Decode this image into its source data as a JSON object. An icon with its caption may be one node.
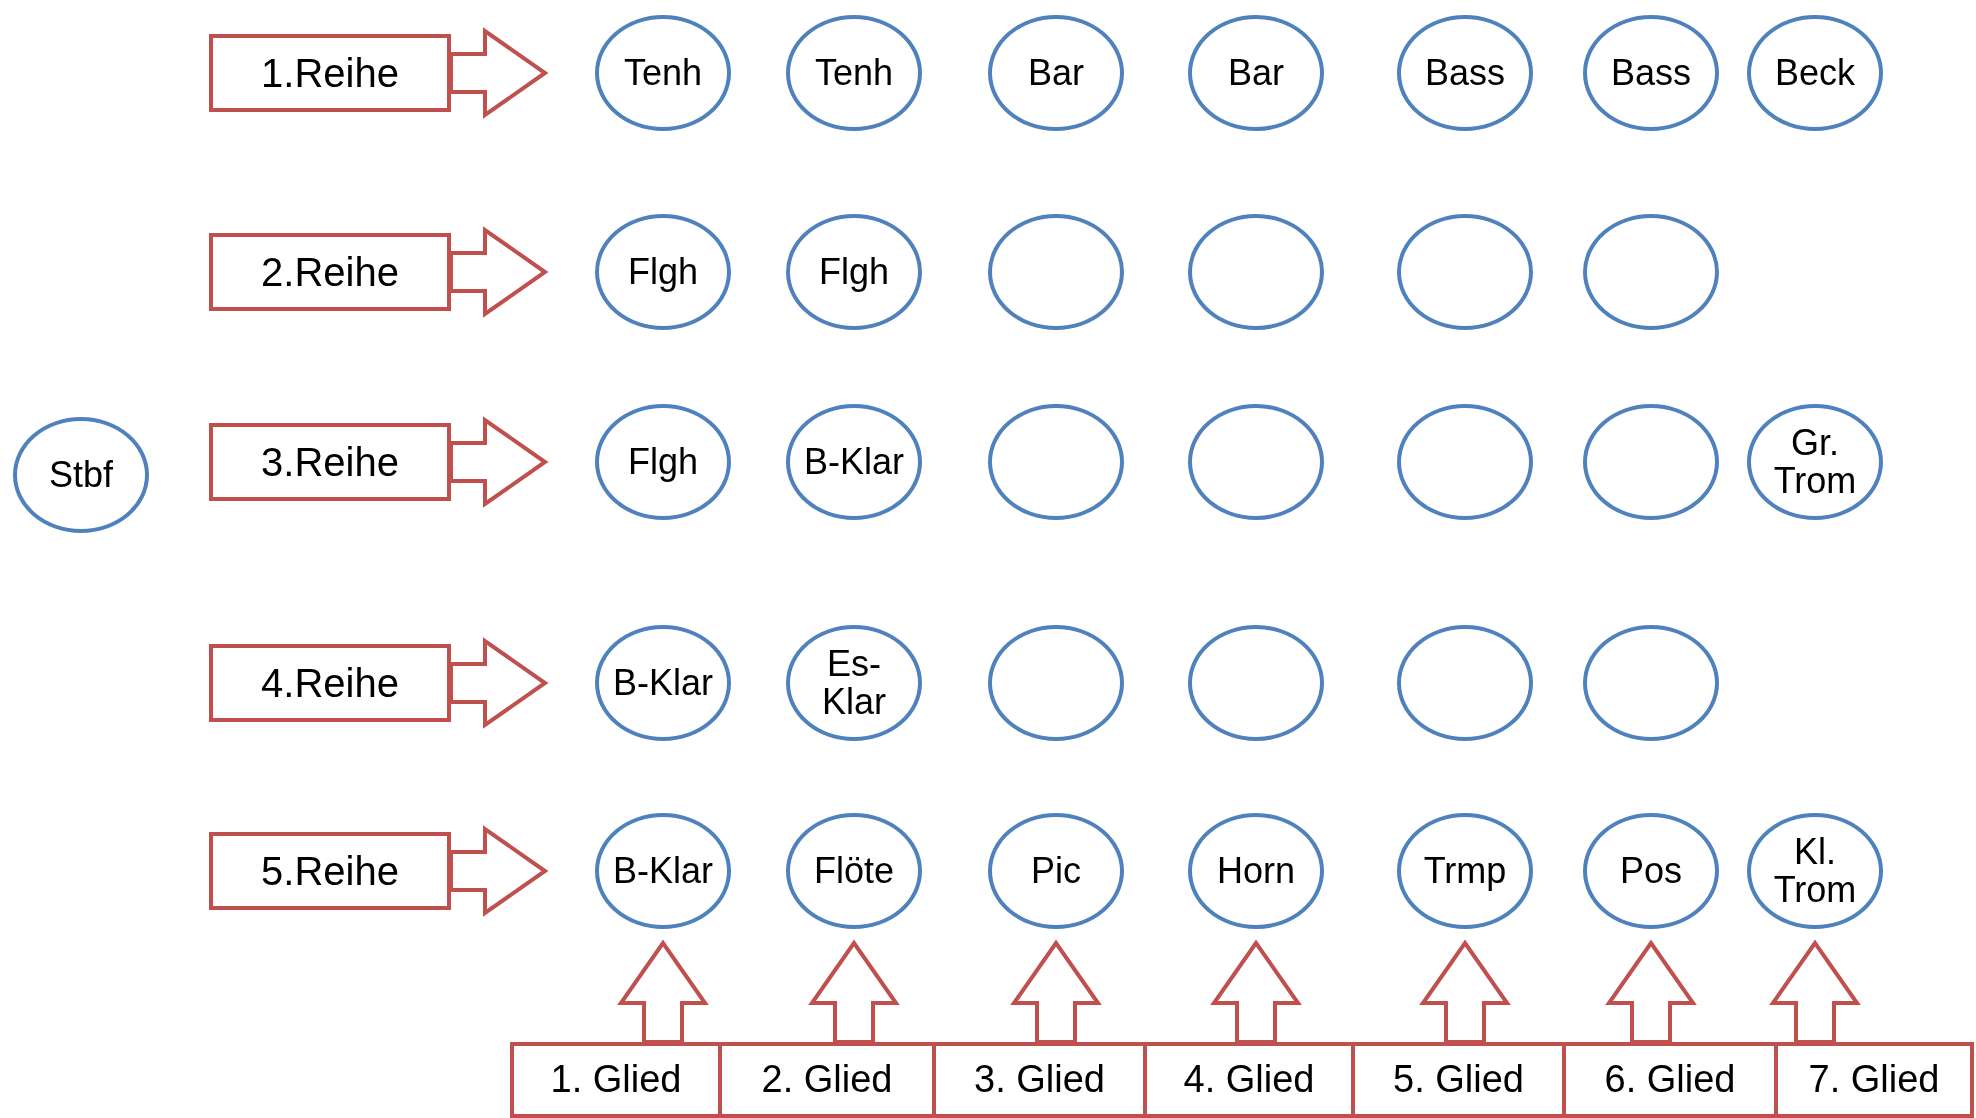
{
  "diagram": {
    "nodes": [
      {
        "text": [
          "1.Reihe"
        ]
      },
      {
        "text": [
          "Tenh"
        ]
      },
      {
        "text": [
          "Tenh"
        ]
      },
      {
        "text": [
          "Bar"
        ]
      },
      {
        "text": [
          "Bar"
        ]
      },
      {
        "text": [
          "Bass"
        ]
      },
      {
        "text": [
          "Bass"
        ]
      },
      {
        "text": [
          "Beck"
        ]
      },
      {
        "text": [
          "2.Reihe"
        ]
      },
      {
        "text": [
          "Flgh"
        ]
      },
      {
        "text": [
          "Flgh"
        ]
      },
      {
        "text": [],
        "shape": "circle"
      },
      {
        "text": [],
        "shape": "circle"
      },
      {
        "text": [],
        "shape": "circle"
      },
      {
        "text": [],
        "shape": "circle"
      },
      {
        "text": [
          "Stbf"
        ]
      },
      {
        "text": [
          "3.Reihe"
        ]
      },
      {
        "text": [
          "Flgh"
        ]
      },
      {
        "text": [
          "B-Klar"
        ]
      },
      {
        "text": [],
        "shape": "circle"
      },
      {
        "text": [],
        "shape": "circle"
      },
      {
        "text": [],
        "shape": "circle"
      },
      {
        "text": [],
        "shape": "circle"
      },
      {
        "text": [
          "Gr. Trom"
        ]
      },
      {
        "text": [
          "4.Reihe"
        ]
      },
      {
        "text": [
          "B-Klar"
        ]
      },
      {
        "text": [
          "Es-Klar"
        ]
      },
      {
        "text": [],
        "shape": "circle"
      },
      {
        "text": [],
        "shape": "circle"
      },
      {
        "text": [],
        "shape": "circle"
      },
      {
        "text": [],
        "shape": "circle"
      },
      {
        "text": [
          "5.Reihe"
        ]
      },
      {
        "text": [
          "B-Klar"
        ]
      },
      {
        "text": [
          "Flöte"
        ]
      },
      {
        "text": [
          "Pic"
        ]
      },
      {
        "text": [
          "Horn"
        ]
      },
      {
        "text": [
          "Trmp"
        ]
      },
      {
        "text": [
          "Pos"
        ]
      },
      {
        "text": [
          "Kl. Trom"
        ]
      },
      {
        "text": [
          "1. Glied"
        ]
      },
      {
        "text": [
          "2. Glied"
        ]
      },
      {
        "text": [
          "3. Glied"
        ]
      },
      {
        "text": [
          "4. Glied"
        ]
      },
      {
        "text": [
          "5. Glied"
        ]
      },
      {
        "text": [
          "6. Glied"
        ]
      },
      {
        "text": [
          "7. Glied"
        ]
      }
    ],
    "edges": [
      {
        "from": 0,
        "to": 1,
        "arrow": "to"
      },
      {
        "from": 8,
        "to": 9,
        "arrow": "to"
      },
      {
        "from": 16,
        "to": 17,
        "arrow": "to"
      },
      {
        "from": 24,
        "to": 25,
        "arrow": "to"
      },
      {
        "from": 31,
        "to": 32,
        "arrow": "to"
      },
      {
        "from": 39,
        "to": 32,
        "arrow": "to"
      },
      {
        "from": 40,
        "to": 33,
        "arrow": "to"
      },
      {
        "from": 41,
        "to": 34,
        "arrow": "to"
      },
      {
        "from": 42,
        "to": 35,
        "arrow": "to"
      },
      {
        "from": 43,
        "to": 36,
        "arrow": "to"
      },
      {
        "from": 44,
        "to": 37,
        "arrow": "to"
      },
      {
        "from": 45,
        "to": 38,
        "arrow": "to"
      }
    ]
  }
}
